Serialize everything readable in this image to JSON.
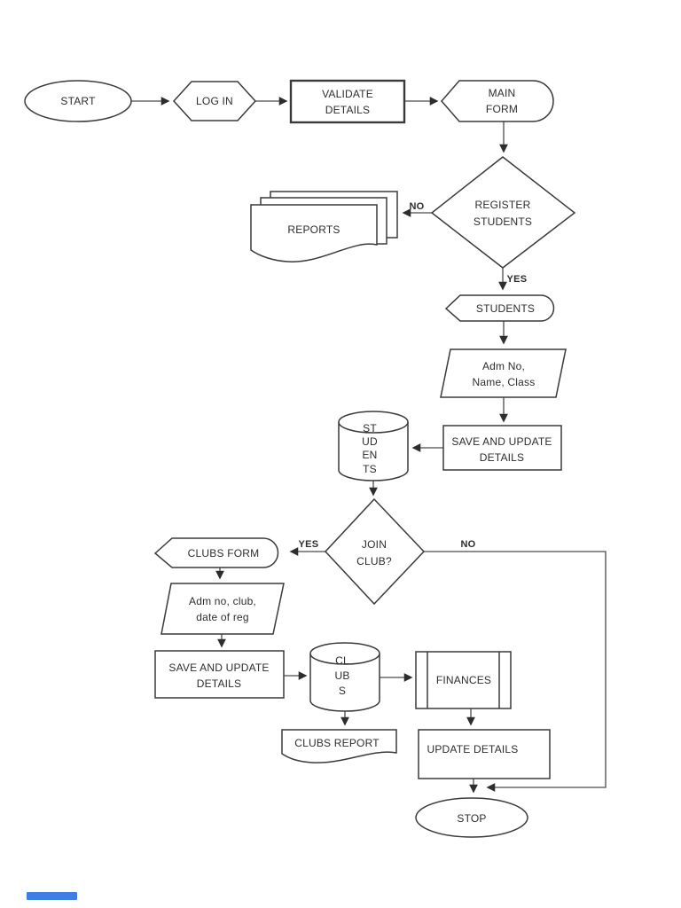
{
  "page": {
    "background": "#ffffff",
    "line_color": "#3a3a3a",
    "text_color": "#2d2d2d"
  },
  "scroll_marker": {
    "color": "#3e7ee2"
  },
  "nodes": {
    "start": {
      "label": "START"
    },
    "log_in": {
      "label": "LOG IN"
    },
    "validate_details": {
      "line1": "VALIDATE",
      "line2": "DETAILS"
    },
    "main_form": {
      "line1": "MAIN",
      "line2": "FORM"
    },
    "register_students": {
      "line1": "REGISTER",
      "line2": "STUDENTS"
    },
    "reports": {
      "label": "REPORTS"
    },
    "students_form": {
      "label": "STUDENTS"
    },
    "student_inputs": {
      "line1": "Adm No,",
      "line2": "Name, Class"
    },
    "save_update_1": {
      "line1": "SAVE AND UPDATE",
      "line2": "DETAILS"
    },
    "students_db": {
      "l1": "ST",
      "l2": "UD",
      "l3": "EN",
      "l4": "TS"
    },
    "join_club": {
      "line1": "JOIN",
      "line2": "CLUB?"
    },
    "clubs_form": {
      "label": "CLUBS FORM"
    },
    "club_inputs": {
      "line1": "Adm no, club,",
      "line2": "date of reg"
    },
    "save_update_2": {
      "line1": "SAVE AND UPDATE",
      "line2": "DETAILS"
    },
    "clubs_db": {
      "l1": "CL",
      "l2": "UB",
      "l3": "S"
    },
    "finances": {
      "label": "FINANCES"
    },
    "clubs_report": {
      "label": "CLUBS REPORT"
    },
    "update_details": {
      "label": "UPDATE DETAILS"
    },
    "stop": {
      "label": "STOP"
    }
  },
  "branch_labels": {
    "register_no": "NO",
    "register_yes": "YES",
    "join_yes": "YES",
    "join_no": "NO"
  }
}
